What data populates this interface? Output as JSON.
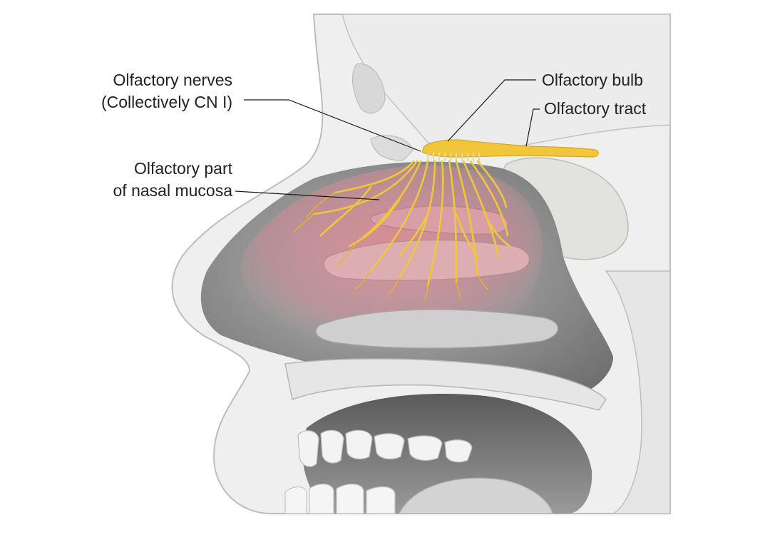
{
  "labels": {
    "olfactory_nerves": {
      "line1": "Olfactory nerves",
      "line2": "(Collectively CN I)"
    },
    "olfactory_part": {
      "line1": "Olfactory part",
      "line2": "of nasal mucosa"
    },
    "olfactory_bulb": "Olfactory bulb",
    "olfactory_tract": "Olfactory tract"
  },
  "colors": {
    "nerve": "#f2c63a",
    "nerve_stroke": "#d9a81f",
    "mucosa": "#d98c93",
    "bone": "#eaeaea",
    "bone_line": "#b8b8b8",
    "airway": "#9a9a9a",
    "mouth": "#7d7d7d"
  }
}
